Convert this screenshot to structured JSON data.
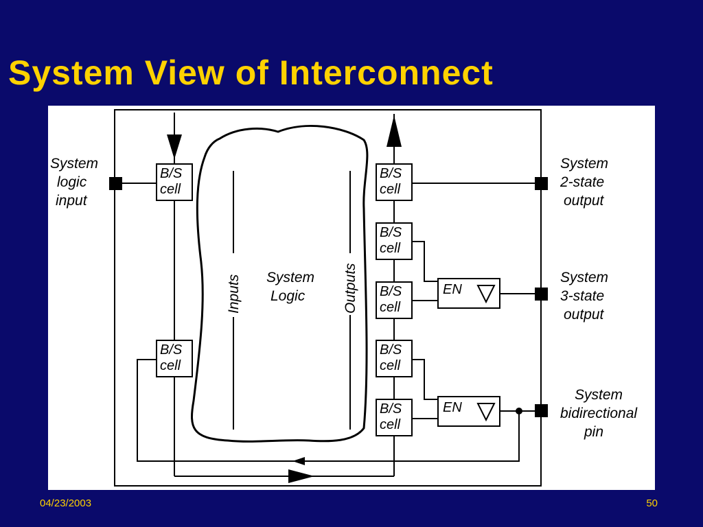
{
  "colors": {
    "background": "#0a0a6b",
    "title": "#ffd200",
    "footer": "#ffd200",
    "diagram_bg": "#ffffff",
    "ink": "#000000"
  },
  "slide": {
    "title": "System View of Interconnect",
    "date": "04/23/2003",
    "page": "50"
  },
  "diagram": {
    "left_labels": {
      "logic_input": [
        "System",
        "logic",
        "input"
      ]
    },
    "right_labels": {
      "two_state": [
        "System",
        "2-state",
        "output"
      ],
      "three_state": [
        "System",
        "3-state",
        "output"
      ],
      "bidirectional": [
        "System",
        "bidirectional",
        "pin"
      ]
    },
    "cell_text": [
      "B/S",
      "cell"
    ],
    "system_logic": [
      "System",
      "Logic"
    ],
    "inputs_label": "Inputs",
    "outputs_label": "Outputs",
    "enable_label": "EN"
  }
}
